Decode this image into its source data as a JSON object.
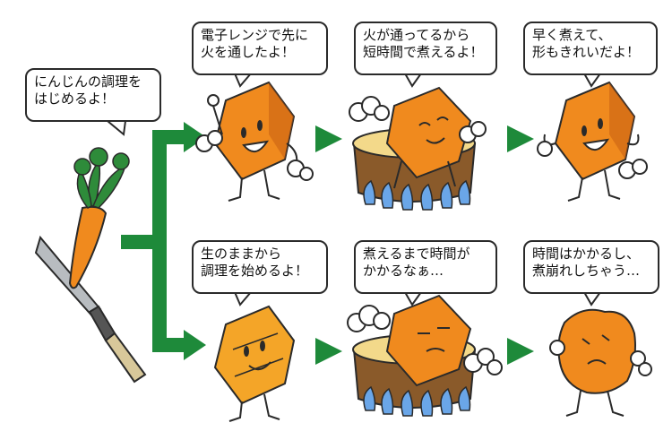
{
  "bubbles": {
    "start": {
      "line1": "にんじんの調理を",
      "line2": "はじめるよ！"
    },
    "top1": {
      "line1": "電子レンジで先に",
      "line2": "火を通したよ！"
    },
    "top2": {
      "line1": "火が通ってるから",
      "line2": "短時間で煮えるよ！"
    },
    "top3": {
      "line1": "早く煮えて、",
      "line2": "形もきれいだよ！"
    },
    "bottom1": {
      "line1": "生のままから",
      "line2": "調理を始めるよ！"
    },
    "bottom2": {
      "line1": "煮えるまで時間が",
      "line2": "かかるなぁ…"
    },
    "bottom3": {
      "line1": "時間はかかるし、",
      "line2": "煮崩れしちゃう…"
    }
  },
  "colors": {
    "arrow": "#1e8a3a",
    "carrot": "#f08a1e",
    "carrot_dark": "#c25a10",
    "carrot_raw": "#f4a528",
    "leaf": "#2e8b3a",
    "blade": "#b8bcc0",
    "handle": "#d8c89a",
    "pot_rim": "#f3d98a",
    "broth": "#8a5a2a",
    "flame": "#6aa6e8",
    "outline": "#2a2a2a"
  },
  "icons": [
    "carrot-icon",
    "knife-icon",
    "steam-icon",
    "pot-icon",
    "flame-icon",
    "arrow-icon"
  ]
}
